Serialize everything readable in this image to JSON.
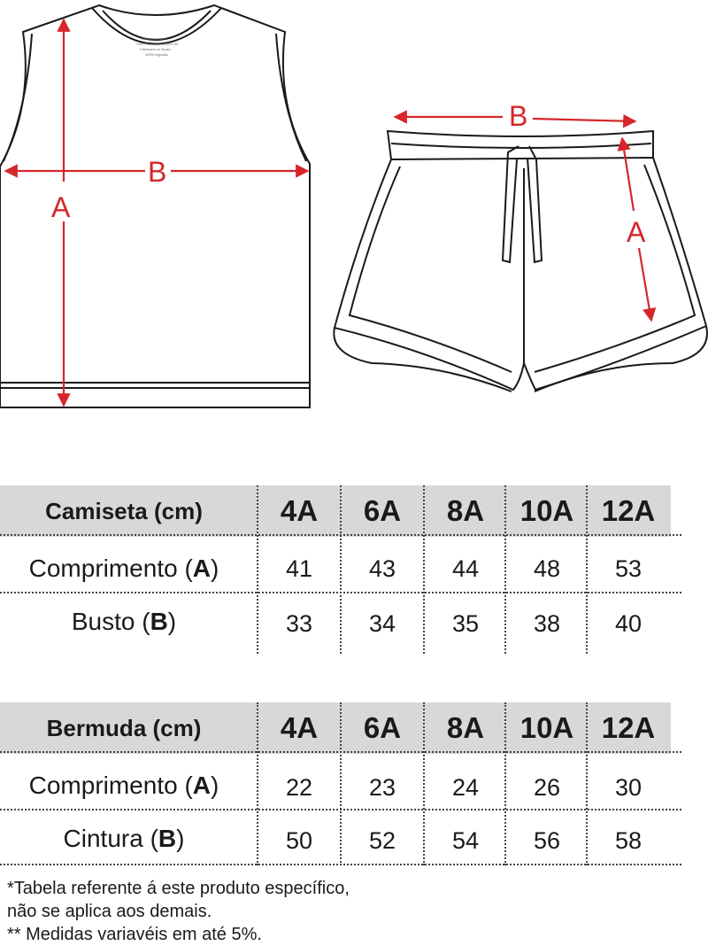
{
  "illustration": {
    "shirt_label_a": "A",
    "shirt_label_b": "B",
    "shorts_label_a": "A",
    "shorts_label_b": "B",
    "line_color": "#1a1a1a",
    "arrow_color": "#d6262b"
  },
  "tables": {
    "camiseta": {
      "title": "Camiseta (cm)",
      "sizes": [
        "4A",
        "6A",
        "8A",
        "10A",
        "12A"
      ],
      "rows": [
        {
          "label": "Comprimento (",
          "key": "A",
          "close": ")",
          "values": [
            "41",
            "43",
            "44",
            "48",
            "53"
          ]
        },
        {
          "label": "Busto (",
          "key": "B",
          "close": ")",
          "values": [
            "33",
            "34",
            "35",
            "38",
            "40"
          ]
        }
      ]
    },
    "bermuda": {
      "title": "Bermuda (cm)",
      "sizes": [
        "4A",
        "6A",
        "8A",
        "10A",
        "12A"
      ],
      "rows": [
        {
          "label": "Comprimento (",
          "key": "A",
          "close": ")",
          "values": [
            "22",
            "23",
            "24",
            "26",
            "30"
          ]
        },
        {
          "label": "Cintura (",
          "key": "B",
          "close": ")",
          "values": [
            "50",
            "52",
            "54",
            "56",
            "58"
          ]
        }
      ]
    },
    "header_bg": "#d8d8d8"
  },
  "footnote": {
    "line1": "*Tabela referente á este produto específico,",
    "line2": "não se aplica aos demais.",
    "line3": "** Medidas variavéis em até 5%."
  }
}
